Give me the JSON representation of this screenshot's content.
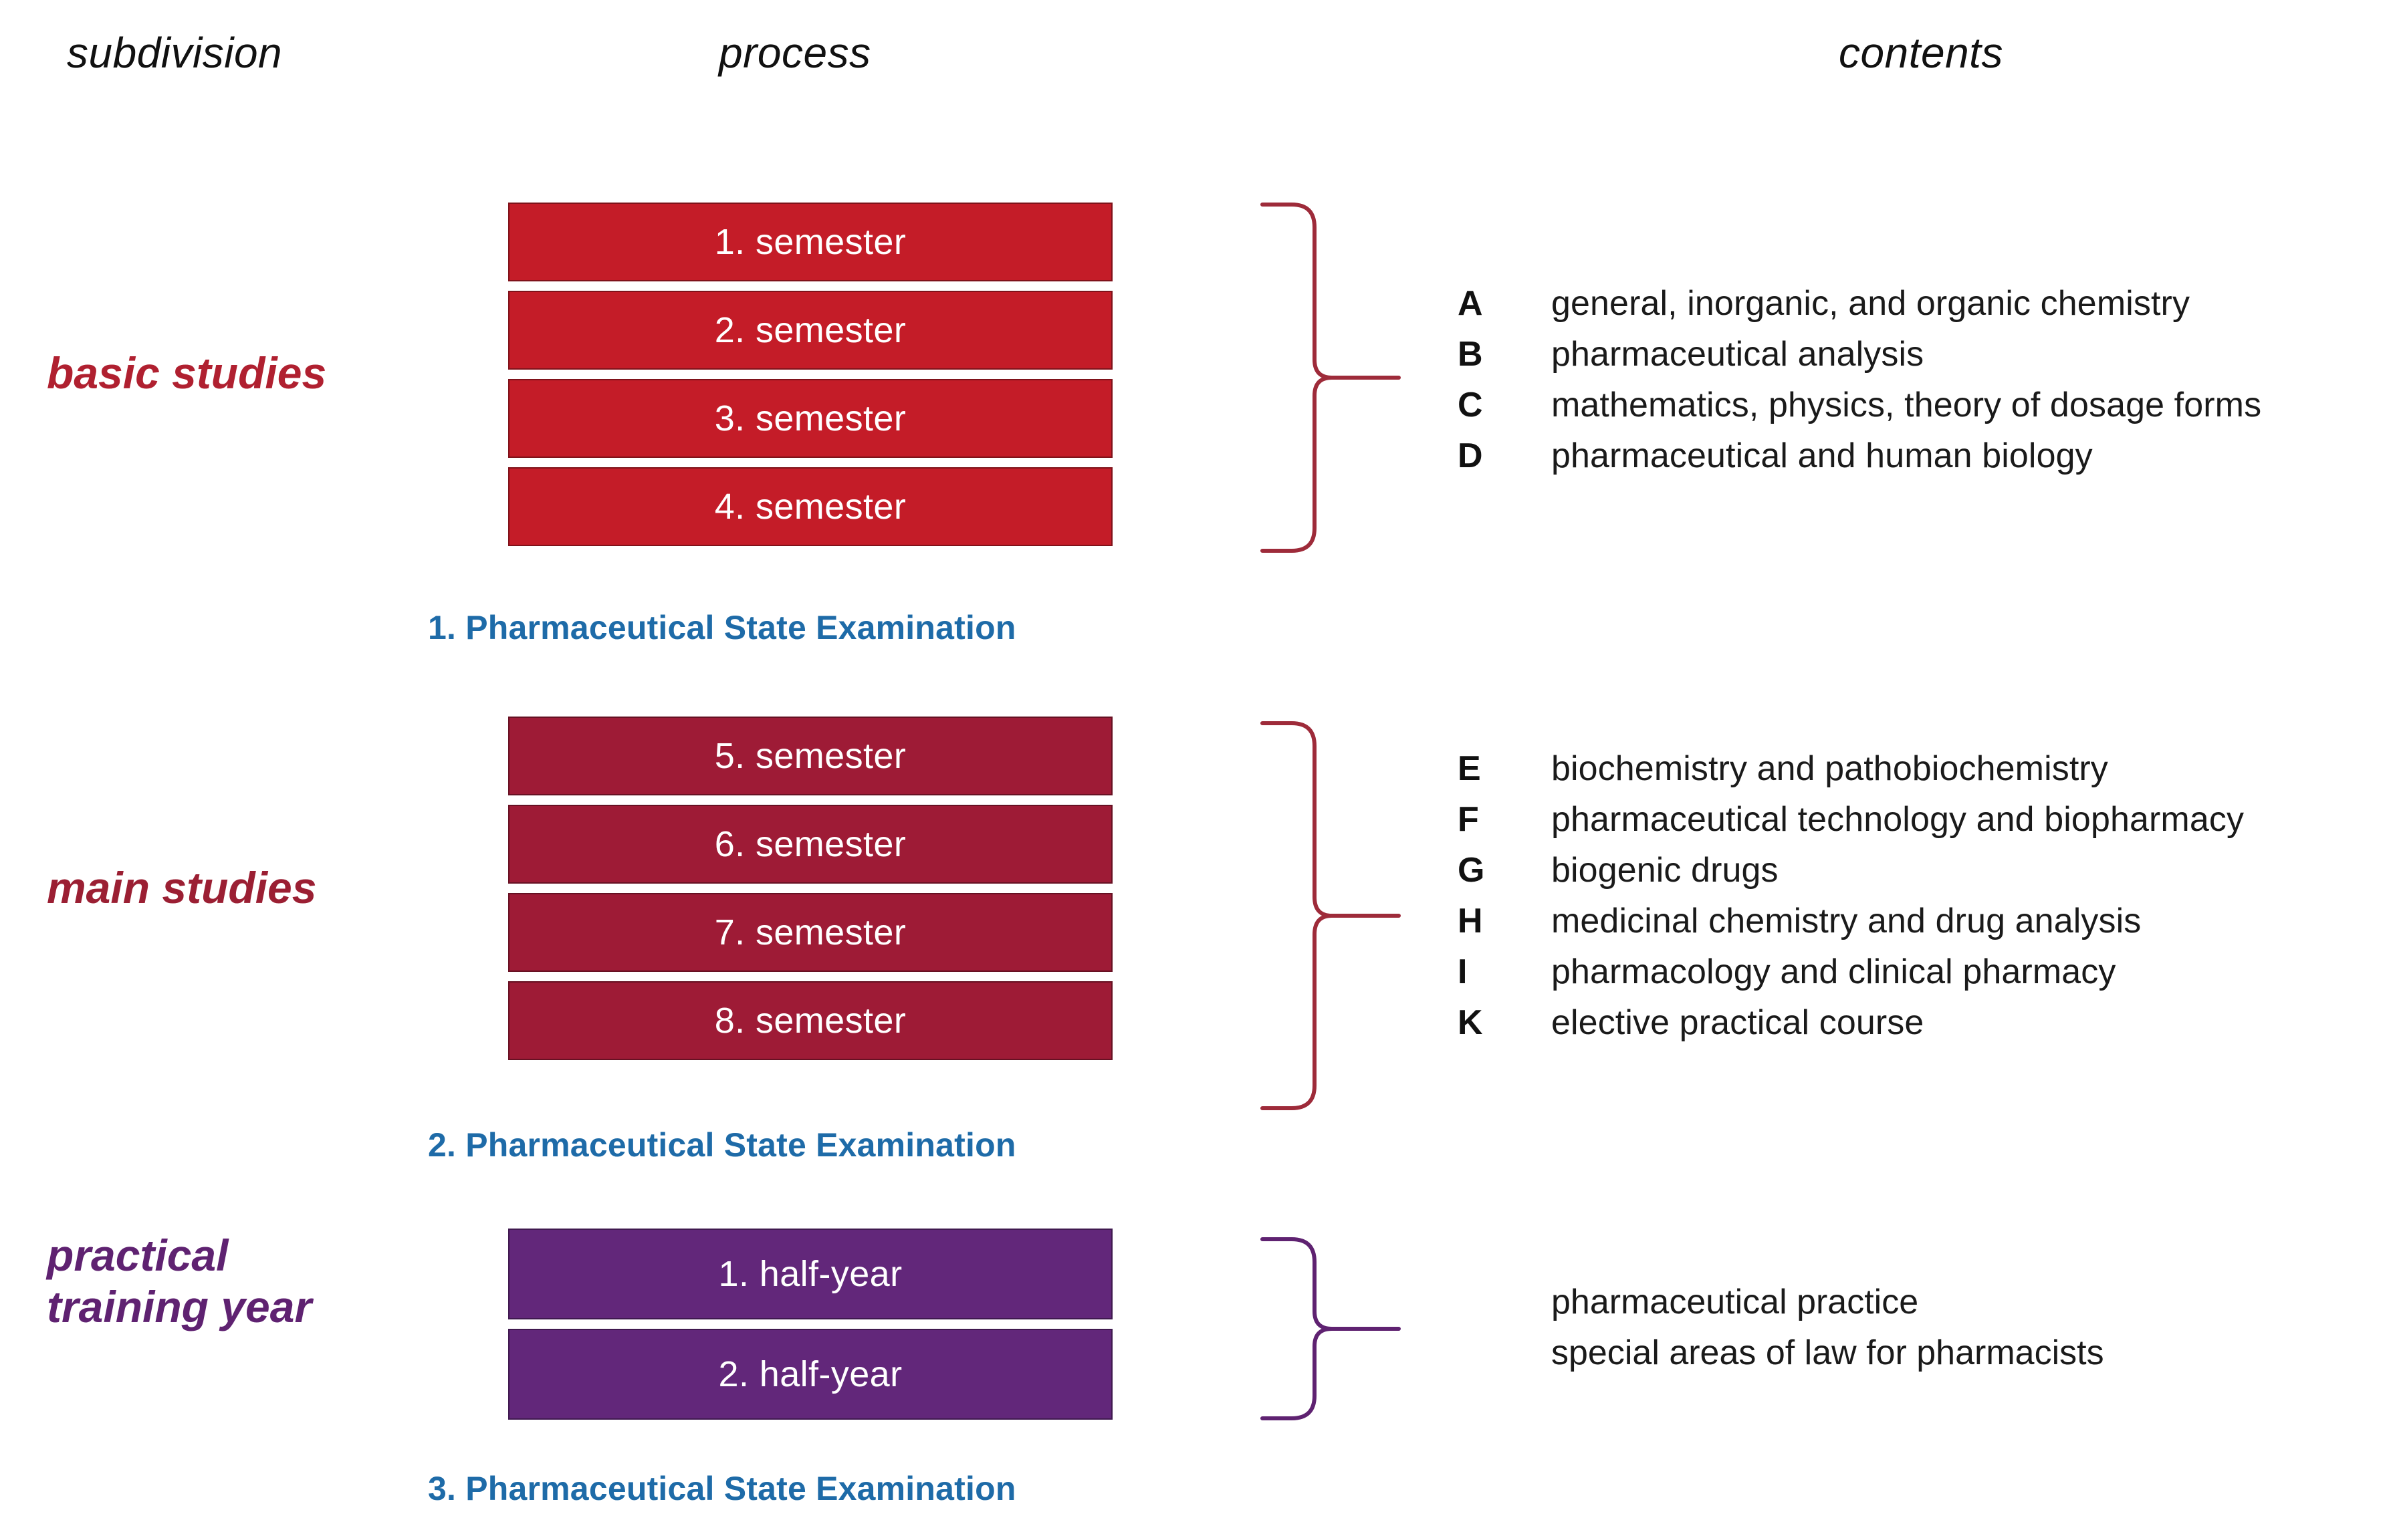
{
  "headers": {
    "subdivision": "subdivision",
    "process": "process",
    "contents": "contents"
  },
  "colors": {
    "basic_red": "#C41C28",
    "main_crimson": "#9E1B36",
    "practical_purple": "#62277A",
    "exam_blue": "#1E6BA8",
    "label_basic": "#B02030",
    "label_main": "#9B1F33",
    "label_practical": "#5F2271",
    "brace_red": "#9E2B3A",
    "brace_purple": "#5F2271"
  },
  "sections": [
    {
      "id": "basic",
      "subdivision_label": "basic studies",
      "boxes": [
        "1. semester",
        "2. semester",
        "3. semester",
        "4. semester"
      ],
      "exam": "1. Pharmaceutical State Examination",
      "contents": [
        {
          "key": "A",
          "text": "general, inorganic, and organic chemistry"
        },
        {
          "key": "B",
          "text": "pharmaceutical analysis"
        },
        {
          "key": "C",
          "text": "mathematics, physics, theory of dosage forms"
        },
        {
          "key": "D",
          "text": "pharmaceutical and human biology"
        }
      ]
    },
    {
      "id": "main",
      "subdivision_label": "main studies",
      "boxes": [
        "5. semester",
        "6. semester",
        "7. semester",
        "8. semester"
      ],
      "exam": "2. Pharmaceutical State Examination",
      "contents": [
        {
          "key": "E",
          "text": "biochemistry and pathobiochemistry"
        },
        {
          "key": "F",
          "text": "pharmaceutical technology and biopharmacy"
        },
        {
          "key": "G",
          "text": "biogenic drugs"
        },
        {
          "key": "H",
          "text": "medicinal chemistry and drug analysis"
        },
        {
          "key": "I",
          "text": "pharmacology and clinical pharmacy"
        },
        {
          "key": "K",
          "text": "elective practical course"
        }
      ]
    },
    {
      "id": "practical",
      "subdivision_label_line1": "practical",
      "subdivision_label_line2": "training year",
      "boxes": [
        "1. half-year",
        "2. half-year"
      ],
      "exam": "3. Pharmaceutical State Examination",
      "contents_plain": [
        "pharmaceutical practice",
        "special areas of law for pharmacists"
      ]
    }
  ]
}
